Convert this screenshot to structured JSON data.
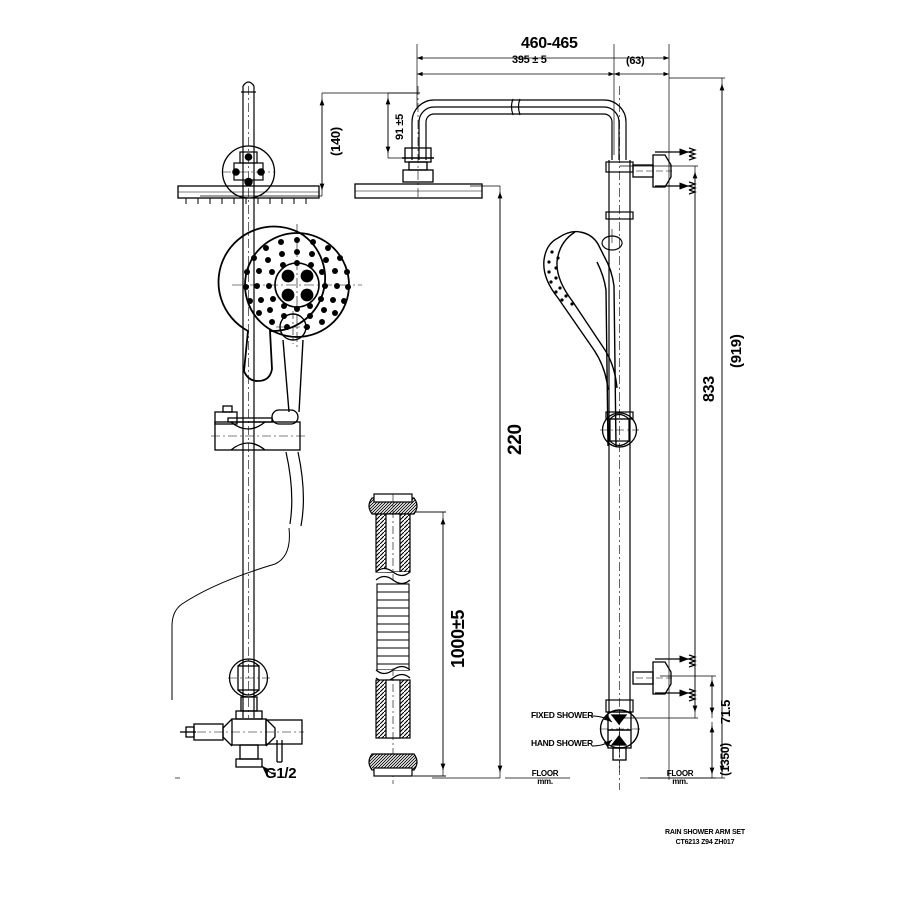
{
  "drawing": {
    "type": "technical-engineering-drawing",
    "subject": "Rain shower arm set / shower column with fixed rain head, hand shower, slide bar and flexible hose",
    "units": "mm",
    "projection": "two orthographic elevations (front-left, side-right) plus hose detail"
  },
  "dimensions": {
    "overall_arm_width": "460-465",
    "arm_reach": "395 ± 5",
    "offset_right": "(63)",
    "rain_head_drop": "(140)",
    "arm_rise": "91 ±5",
    "rain_head_to_outlet": "220",
    "hose_length": "1000±5",
    "hand_shower_height": "833",
    "overall_column_height": "(919)",
    "lower_bracket_offset": "71.5",
    "floor_reference_height": "(1350)"
  },
  "labels": {
    "fixed_shower": "FIXED SHOWER",
    "hand_shower": "HAND SHOWER",
    "inlet_thread": "G1/2",
    "floor_left_line1": "FLOOR",
    "floor_left_line2": "mm.",
    "floor_right_line1": "FLOOR",
    "floor_right_line2": "mm."
  },
  "title_block": {
    "product_name": "RAIN SHOWER ARM SET",
    "product_code": "CT6213 Z94 ZH017"
  },
  "colors": {
    "line": "#000000",
    "background": "#ffffff"
  },
  "components": [
    {
      "name": "rain-shower-head",
      "view": "front-edge",
      "note": "wide flat disc shown on edge, left elevation"
    },
    {
      "name": "rain-shower-head-side",
      "view": "side",
      "note": "disc on shower arm, right of left elevation"
    },
    {
      "name": "hand-shower-face",
      "view": "face-on",
      "note": "round spray face with nozzle dot pattern"
    },
    {
      "name": "hand-shower-profile",
      "view": "side",
      "note": "hand shower in wall holder, right elevation"
    },
    {
      "name": "slide-bar",
      "view": "front",
      "note": "vertical riser rail"
    },
    {
      "name": "slide-holder-bracket",
      "view": "front",
      "note": "adjustable holder on rail"
    },
    {
      "name": "flexible-hose",
      "view": "detail",
      "note": "centre detail with break symbol"
    },
    {
      "name": "diverter-valve",
      "view": "front",
      "note": "bottom valve body with G1/2 inlet"
    },
    {
      "name": "wall-bracket-upper",
      "view": "side",
      "note": "wall fixing with anchor arrows"
    },
    {
      "name": "wall-bracket-lower",
      "view": "side",
      "note": "wall fixing with anchor arrows"
    }
  ]
}
